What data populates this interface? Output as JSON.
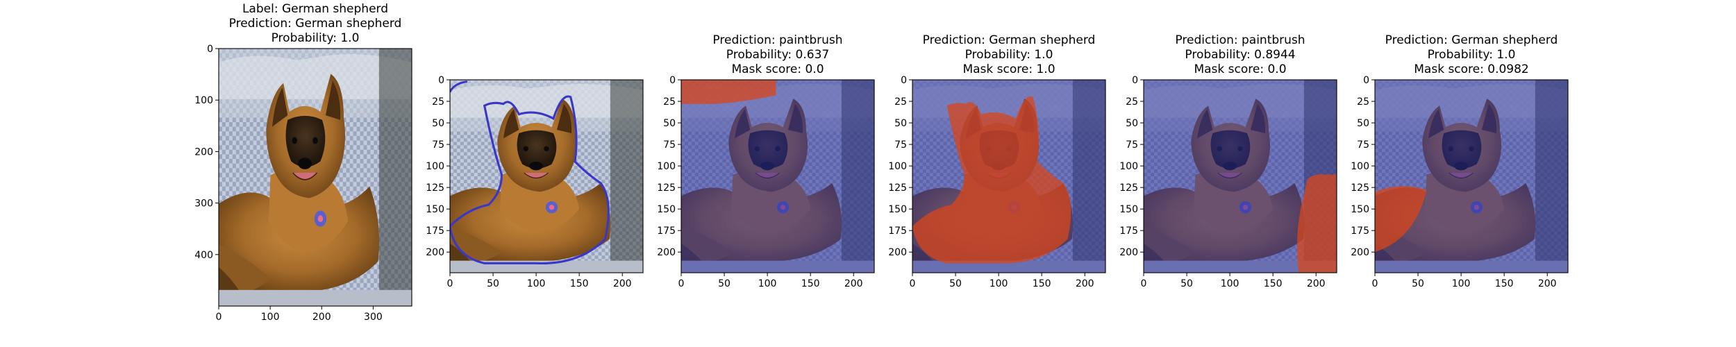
{
  "chart_data": [
    {
      "type": "image",
      "title_lines": [
        "Label: German shepherd",
        "Prediction: German shepherd",
        "Probability: 1.0"
      ],
      "image_description_icon": "german-shepherd-photo",
      "x_ticks": [
        "0",
        "100",
        "200",
        "300"
      ],
      "y_ticks": [
        "0",
        "100",
        "200",
        "300",
        "400"
      ],
      "xlim": [
        0,
        375
      ],
      "ylim": [
        500,
        0
      ]
    },
    {
      "type": "image",
      "title_lines": [],
      "overlay": "contour",
      "contour_color": "#3a37c8",
      "x_ticks": [
        "0",
        "50",
        "100",
        "150",
        "200"
      ],
      "y_ticks": [
        "0",
        "25",
        "50",
        "75",
        "100",
        "125",
        "150",
        "175",
        "200"
      ],
      "xlim": [
        0,
        224
      ],
      "ylim": [
        224,
        0
      ]
    },
    {
      "type": "image",
      "title_lines": [
        "Prediction: paintbrush",
        "Probability: 0.637",
        "Mask score: 0.0"
      ],
      "overlay": "mask",
      "mask_region": "top-left-corner",
      "mask_color": "#d9461a",
      "background_overlay_color": "#2b2f9c",
      "x_ticks": [
        "0",
        "50",
        "100",
        "150",
        "200"
      ],
      "y_ticks": [
        "0",
        "25",
        "50",
        "75",
        "100",
        "125",
        "150",
        "175",
        "200"
      ],
      "xlim": [
        0,
        224
      ],
      "ylim": [
        224,
        0
      ]
    },
    {
      "type": "image",
      "title_lines": [
        "Prediction: German shepherd",
        "Probability: 1.0",
        "Mask score: 1.0"
      ],
      "overlay": "mask",
      "mask_region": "dog",
      "mask_color": "#d9461a",
      "background_overlay_color": "#2b2f9c",
      "x_ticks": [
        "0",
        "50",
        "100",
        "150",
        "200"
      ],
      "y_ticks": [
        "0",
        "25",
        "50",
        "75",
        "100",
        "125",
        "150",
        "175",
        "200"
      ],
      "xlim": [
        0,
        224
      ],
      "ylim": [
        224,
        0
      ]
    },
    {
      "type": "image",
      "title_lines": [
        "Prediction: paintbrush",
        "Probability: 0.8944",
        "Mask score: 0.0"
      ],
      "overlay": "mask",
      "mask_region": "right-edge",
      "mask_color": "#d9461a",
      "background_overlay_color": "#2b2f9c",
      "x_ticks": [
        "0",
        "50",
        "100",
        "150",
        "200"
      ],
      "y_ticks": [
        "0",
        "25",
        "50",
        "75",
        "100",
        "125",
        "150",
        "175",
        "200"
      ],
      "xlim": [
        0,
        224
      ],
      "ylim": [
        224,
        0
      ]
    },
    {
      "type": "image",
      "title_lines": [
        "Prediction: German shepherd",
        "Probability: 1.0",
        "Mask score: 0.0982"
      ],
      "overlay": "mask",
      "mask_region": "bottom-left-leg",
      "mask_color": "#d9461a",
      "background_overlay_color": "#2b2f9c",
      "x_ticks": [
        "0",
        "50",
        "100",
        "150",
        "200"
      ],
      "y_ticks": [
        "0",
        "25",
        "50",
        "75",
        "100",
        "125",
        "150",
        "175",
        "200"
      ],
      "xlim": [
        0,
        224
      ],
      "ylim": [
        224,
        0
      ]
    }
  ]
}
